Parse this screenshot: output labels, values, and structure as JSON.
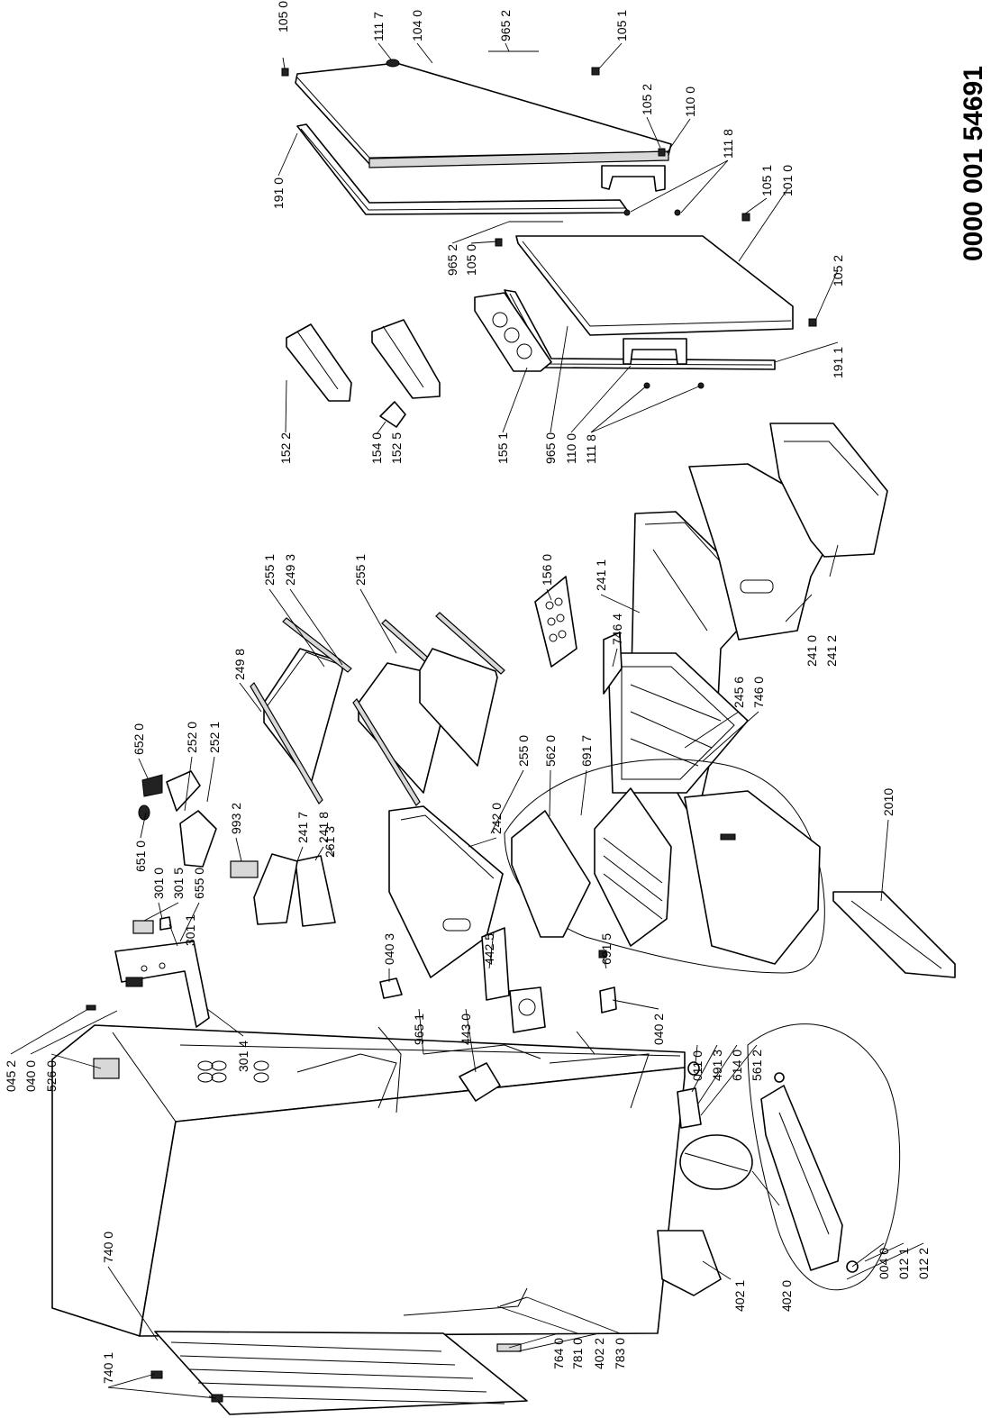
{
  "document_code": "0000 001 54691",
  "part_labels": {
    "p1050a": "105 0",
    "p1117": "111 7",
    "p1040": "104 0",
    "p9652a": "965 2",
    "p1051a": "105 1",
    "p1052a": "105 2",
    "p1100a": "110 0",
    "p1118a": "111 8",
    "p1910": "191 0",
    "p9652b": "965 2",
    "p1050b": "105 0",
    "p1051b": "105 1",
    "p1010": "101 0",
    "p1052b": "105 2",
    "p1911": "191 1",
    "p1522a": "152 2",
    "p1540": "154 0",
    "p1525": "152 5",
    "p1551": "155 1",
    "p9650": "965 0",
    "p1100b": "110 0",
    "p1118b": "111 8",
    "p2551a": "255 1",
    "p2493": "249 3",
    "p2551b": "255 1",
    "p1560": "156 0",
    "p2411": "241 1",
    "p2498": "249 8",
    "p7464": "746 4",
    "p2456": "245 6",
    "p7460": "746 0",
    "p2410": "241 0",
    "p2412": "241 2",
    "p6520": "652 0",
    "p2520": "252 0",
    "p2521": "252 1",
    "p6510": "651 0",
    "p9932": "993 2",
    "p2417": "241 7",
    "p2418": "241 8",
    "p2613": "261 3",
    "p2420": "242 0",
    "p2550": "255 0",
    "p5620": "562 0",
    "p6917": "691 7",
    "p2010": "2010",
    "p3010": "301 0",
    "p3015": "301 5",
    "p6550": "655 0",
    "p3011": "301 1",
    "p0403": "040 3",
    "p4425": "442 5",
    "p6915": "691 5",
    "p0452": "045 2",
    "p0400": "040 0",
    "p5260": "526 0",
    "p3014": "301 4",
    "p9651": "965 1",
    "p4430": "443 0",
    "p0402": "040 2",
    "p0110": "011 0",
    "p4913": "491 3",
    "p6140": "614 0",
    "p5612": "561 2",
    "p0040": "004 0",
    "p0121": "012 1",
    "p0122": "012 2",
    "p7400": "740 0",
    "p7401": "740 1",
    "p4021": "402 1",
    "p4020": "402 0",
    "p7640": "764 0",
    "p7810": "781 0",
    "p4022": "402 2",
    "p7830": "783 0"
  }
}
